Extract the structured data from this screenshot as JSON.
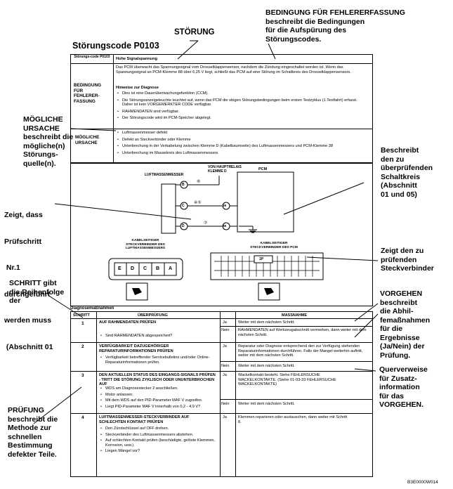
{
  "header": {
    "title": "Störungscode P0103",
    "stoerung_label": "STÖRUNG"
  },
  "annotations": {
    "bedingung": [
      "BEDINGUNG FÜR FEHLERERFASSUNG",
      "beschreibt die Bedingungen",
      "für die Aufspürung des",
      "Störungscodes."
    ],
    "moegliche": [
      "MÖGLICHE",
      "URSACHE",
      "beschreibt die",
      "mögliche(n)",
      "Störungs-",
      "quelle(n)."
    ],
    "schaltkreis": [
      "Beschreibt",
      "den zu",
      "überprüfenden",
      "Schaltkreis",
      "(Abschnitt",
      "01 und 05)"
    ],
    "pruefschritt": [
      "Zeigt, dass",
      "Prüfschritt",
      " Nr.1",
      "durchgeführt",
      "werden muss",
      " (Abschnitt 01"
    ],
    "steckverbinder": [
      "Zeigt den zu",
      "prüfenden",
      "Steckverbinder"
    ],
    "schritt": [
      "SCHRITT gibt",
      "die Reihenfolge",
      "der"
    ],
    "vorgehen": [
      "VORGEHEN",
      "beschreibt",
      "die Abhil-",
      "femaßnahmen",
      "für die",
      "Ergebnisse",
      "(Ja/Nein) der",
      "Prüfung."
    ],
    "querverweise": [
      "Querverweise",
      "für Zusatz-",
      "information",
      "für das",
      "VORGEHEN."
    ],
    "pruefung": [
      "PRÜFUNG",
      "beschreibt die",
      "Methode zur",
      "schnellen",
      "Bestimmung",
      "defekter Teile."
    ]
  },
  "dtc_table": {
    "code_label": "Störungs-code P0103",
    "code_value": "Hohe Signalspannung",
    "detection_label": "BEDINGUNG FÜR FEHLERER-FASSUNG",
    "detection_text_1": "Das PCM überwacht das Spannungssignal vom Drosselklappensensor, nachdem die Zündung eingeschaltet worden ist. Wenn das Spannungssignal an PCM-Klemme 88 über 6,25 V liegt, schließt das PCM auf eine Störung im Schaltkreis des Drosselklappensensors.",
    "diag_support_title": "Hinweise zur Diagnose",
    "diag_support": [
      "Dies ist eine Dauerüberwachungsfunktion (CCM).",
      "Die Störungsanzeigeleuchte leuchtet auf, wenn das PCM die obigen Störungsbedingungen beim ersten Testzyklus (1.Testfahrt) erfasst. Daher ist kein VORGEMERKTER CODE verfügbar.",
      "RAHMENDATEN sind verfügbar.",
      "Der Störungscode wird im PCM-Speicher abgelegt."
    ],
    "cause_label": "MÖGLICHE URSACHE",
    "causes": [
      "Luftmassenmesser defekt",
      "Defekt an Steckverbinder oder Klemme",
      "Unterbrechung in der Verkabelung zwischen Klemme D (Kabelbaumseite) des Luftmassenmessers und PCM-Klemme 38",
      "Unterbrechung im Massekreis des Luftmassenmessers"
    ]
  },
  "circuit": {
    "maf_label": "LUFTMASSENMESSER",
    "relay_label": "VON HAUPTRELAIS KLEMME D",
    "pcm_label": "PCM",
    "pins_left": [
      "B",
      "C",
      "D"
    ],
    "pins_right": [
      "38",
      "88"
    ],
    "wire_numbers": [
      "⑥",
      "④⑤",
      "⑦"
    ],
    "harness_left_label": "KABELSEITIGER STECKVERBINDER DES LUFTMASSENMESSERS",
    "harness_right_label": "KABELSEITIGER STECKVERBINDER DES PCM",
    "connector_letters": [
      "E",
      "D",
      "C",
      "B",
      "A"
    ],
    "pcm_pin_label": "1P"
  },
  "diagnostic": {
    "section_title": "Diagnosemaßnahmen",
    "headers": {
      "step": "SCHRITT",
      "check": "ÜBERPRÜFUNG",
      "action": "MASSNAHME"
    },
    "rows": [
      {
        "step": "1",
        "title": "AUF RAHMENDATEN PRÜFEN",
        "items": [
          "Sind RAHMENDATEN abgespeichert?"
        ],
        "yes_label": "Ja",
        "yes": "Weiter mit dem nächsten Schritt.",
        "no_label": "Nein",
        "no": "RAHMENDATEN auf Werkzeugabschnitt vermerken, dann weiter mit dem nächsten Schritt."
      },
      {
        "step": "2",
        "title": "VERFÜGBARKEIT DAZUGEHÖRIGER REPARATURINFORMATIONEN PRÜFEN",
        "items": [
          "Verfügbarkeit betreffender Servicebulletins und/oder Online-Reparaturinformationen prüfen."
        ],
        "yes_label": "Ja",
        "yes": "Reparatur oder Diagnose entsprechend den zur Verfügung stehenden Reparaturinformationen durchführen. Falls der Mangel weiterhin auftritt, weiter mit dem nächsten Schritt.",
        "no_label": "Nein",
        "no": "Weiter mit dem nächsten Schritt."
      },
      {
        "step": "3",
        "title": "DEN AKTUELLEN STATUS DES EINGANGS-SIGNALS PRÜFEN - TRITT DIE STÖRUNG ZYKLISCH ODER UNUNTERBROCHEN AUF",
        "items": [
          "WDS am Diagnosestecker 2 anschließen.",
          "Motor anlassen.",
          "Mit dem WDS auf den PID-Parameter MAF V zugreifen.",
          "Liegt PID-Parameter MAF V innerhalb von 0,2 - 4,9 V?"
        ],
        "yes_label": "Ja",
        "yes": "Wackelkontakt besteht. Siehe FEHLERSUCHE WACKELKONTAKTE. (Siehe 01-03-33 FEHLERSUCHE WACKELKONTAKTE)",
        "no_label": "Nein",
        "no": "Weiter mit dem nächsten Schritt."
      },
      {
        "step": "4",
        "title": "LUFTMASSENMESSER-STECKVERBINDER AUF SCHLECHTEN KONTAKT PRÜFEN",
        "items": [
          "Den Zündschlüssel auf OFF drehen.",
          "Steckverbinder des Luftmassenmessers abziehen.",
          "Auf schlechten Kontakt prüfen (beschädigte, gelöste Klemmen, Korrosion, usw.).",
          "Liegen Mängel vor?"
        ],
        "yes_label": "Ja",
        "yes": "Klemmen reparieren oder austauschen, dann weiter mit Schritt 8.",
        "no_label": "",
        "no": ""
      }
    ]
  },
  "footer": {
    "code": "B3E0000W014"
  }
}
